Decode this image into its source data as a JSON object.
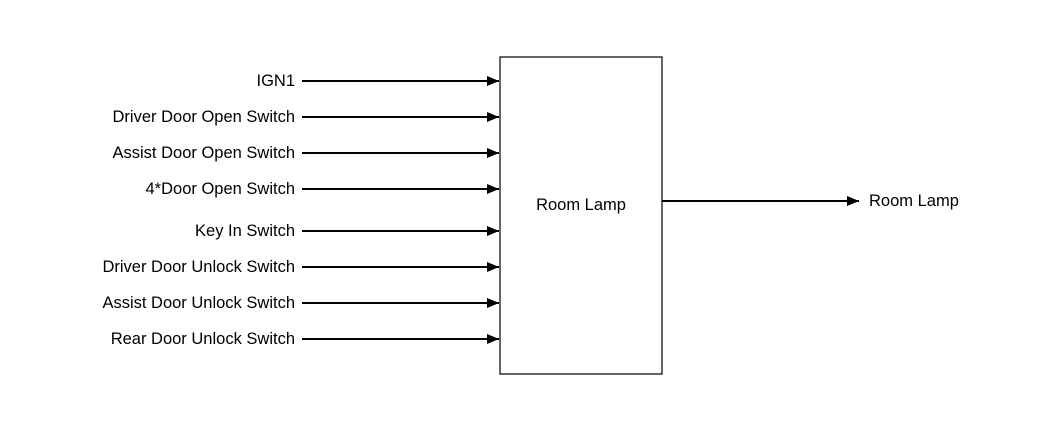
{
  "inputs": [
    {
      "label": "IGN1"
    },
    {
      "label": "Driver Door Open Switch"
    },
    {
      "label": "Assist Door Open Switch"
    },
    {
      "label": "4*Door Open Switch"
    },
    {
      "label": "Key In Switch"
    },
    {
      "label": "Driver Door Unlock Switch"
    },
    {
      "label": "Assist Door Unlock Switch"
    },
    {
      "label": "Rear Door Unlock Switch"
    }
  ],
  "block": {
    "title": "Room Lamp"
  },
  "output": {
    "label": "Room Lamp"
  },
  "colors": {
    "line": "#000000",
    "background": "#ffffff"
  }
}
